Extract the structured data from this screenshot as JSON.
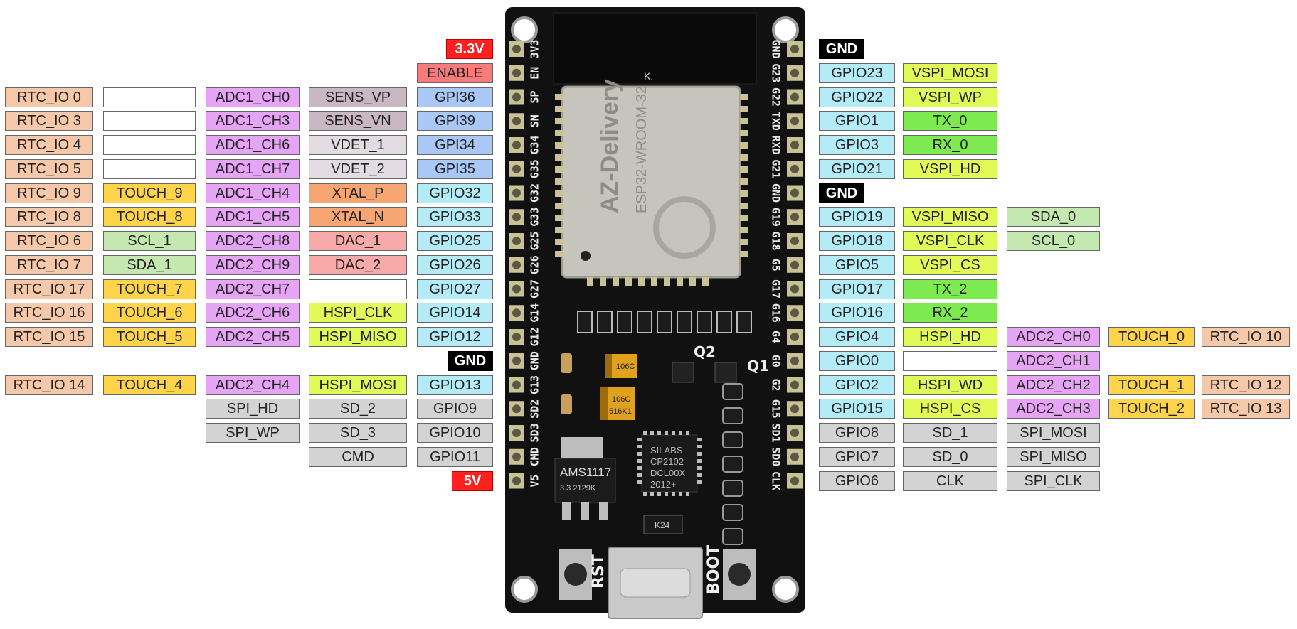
{
  "colors": {
    "rtc": "#f4c8a8",
    "touch": "#ffd34a",
    "adc": "#e6a4f5",
    "sens": "#c9b8c3",
    "vdet": "#e3dbe2",
    "xtal": "#f7a673",
    "dac": "#f7aaa8",
    "i2c": "#c5e8b0",
    "hspi": "#e2fa58",
    "vspi": "#e2fa58",
    "uart": "#7dea50",
    "gpio": "#b3ecf7",
    "gpi": "#a9c8f5",
    "flash": "#d3d3d3",
    "power": "#ff2020",
    "enable": "#f77b7b",
    "ground": "#000000",
    "board": "#111111",
    "pin_gold": "#c9c295",
    "module_shield": "#c7c4bb"
  },
  "left_rows": [
    {
      "cells": [
        null,
        null,
        null,
        null,
        {
          "text": "3.3V",
          "color": "power"
        }
      ]
    },
    {
      "cells": [
        null,
        null,
        null,
        null,
        {
          "text": "ENABLE",
          "color": "enable"
        }
      ]
    },
    {
      "cells": [
        {
          "text": "RTC_IO 0",
          "color": "rtc"
        },
        {
          "text": "",
          "color": "blank"
        },
        {
          "text": "ADC1_CH0",
          "color": "adc"
        },
        {
          "text": "SENS_VP",
          "color": "sens"
        },
        {
          "text": "GPI36",
          "color": "gpi"
        }
      ]
    },
    {
      "cells": [
        {
          "text": "RTC_IO 3",
          "color": "rtc"
        },
        {
          "text": "",
          "color": "blank"
        },
        {
          "text": "ADC1_CH3",
          "color": "adc"
        },
        {
          "text": "SENS_VN",
          "color": "sens"
        },
        {
          "text": "GPI39",
          "color": "gpi"
        }
      ]
    },
    {
      "cells": [
        {
          "text": "RTC_IO 4",
          "color": "rtc"
        },
        {
          "text": "",
          "color": "blank"
        },
        {
          "text": "ADC1_CH6",
          "color": "adc"
        },
        {
          "text": "VDET_1",
          "color": "vdet"
        },
        {
          "text": "GPI34",
          "color": "gpi"
        }
      ]
    },
    {
      "cells": [
        {
          "text": "RTC_IO 5",
          "color": "rtc"
        },
        {
          "text": "",
          "color": "blank"
        },
        {
          "text": "ADC1_CH7",
          "color": "adc"
        },
        {
          "text": "VDET_2",
          "color": "vdet"
        },
        {
          "text": "GPI35",
          "color": "gpi"
        }
      ]
    },
    {
      "cells": [
        {
          "text": "RTC_IO 9",
          "color": "rtc"
        },
        {
          "text": "TOUCH_9",
          "color": "touch"
        },
        {
          "text": "ADC1_CH4",
          "color": "adc"
        },
        {
          "text": "XTAL_P",
          "color": "xtal"
        },
        {
          "text": "GPIO32",
          "color": "gpio"
        }
      ]
    },
    {
      "cells": [
        {
          "text": "RTC_IO 8",
          "color": "rtc"
        },
        {
          "text": "TOUCH_8",
          "color": "touch"
        },
        {
          "text": "ADC1_CH5",
          "color": "adc"
        },
        {
          "text": "XTAL_N",
          "color": "xtal"
        },
        {
          "text": "GPIO33",
          "color": "gpio"
        }
      ]
    },
    {
      "cells": [
        {
          "text": "RTC_IO 6",
          "color": "rtc"
        },
        {
          "text": "SCL_1",
          "color": "i2c"
        },
        {
          "text": "ADC2_CH8",
          "color": "adc"
        },
        {
          "text": "DAC_1",
          "color": "dac"
        },
        {
          "text": "GPIO25",
          "color": "gpio"
        }
      ]
    },
    {
      "cells": [
        {
          "text": "RTC_IO 7",
          "color": "rtc"
        },
        {
          "text": "SDA_1",
          "color": "i2c"
        },
        {
          "text": "ADC2_CH9",
          "color": "adc"
        },
        {
          "text": "DAC_2",
          "color": "dac"
        },
        {
          "text": "GPIO26",
          "color": "gpio"
        }
      ]
    },
    {
      "cells": [
        {
          "text": "RTC_IO 17",
          "color": "rtc"
        },
        {
          "text": "TOUCH_7",
          "color": "touch"
        },
        {
          "text": "ADC2_CH7",
          "color": "adc"
        },
        {
          "text": "",
          "color": "blank"
        },
        {
          "text": "GPIO27",
          "color": "gpio"
        }
      ]
    },
    {
      "cells": [
        {
          "text": "RTC_IO 16",
          "color": "rtc"
        },
        {
          "text": "TOUCH_6",
          "color": "touch"
        },
        {
          "text": "ADC2_CH6",
          "color": "adc"
        },
        {
          "text": "HSPI_CLK",
          "color": "hspi"
        },
        {
          "text": "GPIO14",
          "color": "gpio"
        }
      ]
    },
    {
      "cells": [
        {
          "text": "RTC_IO 15",
          "color": "rtc"
        },
        {
          "text": "TOUCH_5",
          "color": "touch"
        },
        {
          "text": "ADC2_CH5",
          "color": "adc"
        },
        {
          "text": "HSPI_MISO",
          "color": "hspi"
        },
        {
          "text": "GPIO12",
          "color": "gpio"
        }
      ]
    },
    {
      "cells": [
        null,
        null,
        null,
        null,
        {
          "text": "GND",
          "color": "ground"
        }
      ]
    },
    {
      "cells": [
        {
          "text": "RTC_IO 14",
          "color": "rtc"
        },
        {
          "text": "TOUCH_4",
          "color": "touch"
        },
        {
          "text": "ADC2_CH4",
          "color": "adc"
        },
        {
          "text": "HSPI_MOSI",
          "color": "hspi"
        },
        {
          "text": "GPIO13",
          "color": "gpio"
        }
      ]
    },
    {
      "cells": [
        null,
        null,
        {
          "text": "SPI_HD",
          "color": "flash"
        },
        {
          "text": "SD_2",
          "color": "flash"
        },
        {
          "text": "GPIO9",
          "color": "flash"
        }
      ]
    },
    {
      "cells": [
        null,
        null,
        {
          "text": "SPI_WP",
          "color": "flash"
        },
        {
          "text": "SD_3",
          "color": "flash"
        },
        {
          "text": "GPIO10",
          "color": "flash"
        }
      ]
    },
    {
      "cells": [
        null,
        null,
        null,
        {
          "text": "CMD",
          "color": "flash"
        },
        {
          "text": "GPIO11",
          "color": "flash"
        }
      ]
    },
    {
      "cells": [
        null,
        null,
        null,
        null,
        {
          "text": "5V",
          "color": "power"
        }
      ]
    }
  ],
  "right_rows": [
    {
      "cells": [
        {
          "text": "GND",
          "color": "ground"
        },
        null,
        null,
        null,
        null
      ]
    },
    {
      "cells": [
        {
          "text": "GPIO23",
          "color": "gpio"
        },
        {
          "text": "VSPI_MOSI",
          "color": "vspi"
        },
        null,
        null,
        null
      ]
    },
    {
      "cells": [
        {
          "text": "GPIO22",
          "color": "gpio"
        },
        {
          "text": "VSPI_WP",
          "color": "vspi"
        },
        null,
        null,
        null
      ]
    },
    {
      "cells": [
        {
          "text": "GPIO1",
          "color": "gpio"
        },
        {
          "text": "TX_0",
          "color": "uart"
        },
        null,
        null,
        null
      ]
    },
    {
      "cells": [
        {
          "text": "GPIO3",
          "color": "gpio"
        },
        {
          "text": "RX_0",
          "color": "uart"
        },
        null,
        null,
        null
      ]
    },
    {
      "cells": [
        {
          "text": "GPIO21",
          "color": "gpio"
        },
        {
          "text": "VSPI_HD",
          "color": "vspi"
        },
        null,
        null,
        null
      ]
    },
    {
      "cells": [
        {
          "text": "GND",
          "color": "ground"
        },
        null,
        null,
        null,
        null
      ]
    },
    {
      "cells": [
        {
          "text": "GPIO19",
          "color": "gpio"
        },
        {
          "text": "VSPI_MISO",
          "color": "vspi"
        },
        {
          "text": "SDA_0",
          "color": "i2c"
        },
        null,
        null
      ]
    },
    {
      "cells": [
        {
          "text": "GPIO18",
          "color": "gpio"
        },
        {
          "text": "VSPI_CLK",
          "color": "vspi"
        },
        {
          "text": "SCL_0",
          "color": "i2c"
        },
        null,
        null
      ]
    },
    {
      "cells": [
        {
          "text": "GPIO5",
          "color": "gpio"
        },
        {
          "text": "VSPI_CS",
          "color": "vspi"
        },
        null,
        null,
        null
      ]
    },
    {
      "cells": [
        {
          "text": "GPIO17",
          "color": "gpio"
        },
        {
          "text": "TX_2",
          "color": "uart"
        },
        null,
        null,
        null
      ]
    },
    {
      "cells": [
        {
          "text": "GPIO16",
          "color": "gpio"
        },
        {
          "text": "RX_2",
          "color": "uart"
        },
        null,
        null,
        null
      ]
    },
    {
      "cells": [
        {
          "text": "GPIO4",
          "color": "gpio"
        },
        {
          "text": "HSPI_HD",
          "color": "hspi"
        },
        {
          "text": "ADC2_CH0",
          "color": "adc"
        },
        {
          "text": "TOUCH_0",
          "color": "touch"
        },
        {
          "text": "RTC_IO 10",
          "color": "rtc"
        }
      ]
    },
    {
      "cells": [
        {
          "text": "GPIO0",
          "color": "gpio"
        },
        {
          "text": "",
          "color": "blank"
        },
        {
          "text": "ADC2_CH1",
          "color": "adc"
        },
        null,
        null
      ]
    },
    {
      "cells": [
        {
          "text": "GPIO2",
          "color": "gpio"
        },
        {
          "text": "HSPI_WD",
          "color": "hspi"
        },
        {
          "text": "ADC2_CH2",
          "color": "adc"
        },
        {
          "text": "TOUCH_1",
          "color": "touch"
        },
        {
          "text": "RTC_IO 12",
          "color": "rtc"
        }
      ]
    },
    {
      "cells": [
        {
          "text": "GPIO15",
          "color": "gpio"
        },
        {
          "text": "HSPI_CS",
          "color": "hspi"
        },
        {
          "text": "ADC2_CH3",
          "color": "adc"
        },
        {
          "text": "TOUCH_2",
          "color": "touch"
        },
        {
          "text": "RTC_IO 13",
          "color": "rtc"
        }
      ]
    },
    {
      "cells": [
        {
          "text": "GPIO8",
          "color": "flash"
        },
        {
          "text": "SD_1",
          "color": "flash"
        },
        {
          "text": "SPI_MOSI",
          "color": "flash"
        },
        null,
        null
      ]
    },
    {
      "cells": [
        {
          "text": "GPIO7",
          "color": "flash"
        },
        {
          "text": "SD_0",
          "color": "flash"
        },
        {
          "text": "SPI_MISO",
          "color": "flash"
        },
        null,
        null
      ]
    },
    {
      "cells": [
        {
          "text": "GPIO6",
          "color": "flash"
        },
        {
          "text": "CLK",
          "color": "flash"
        },
        {
          "text": "SPI_CLK",
          "color": "flash"
        },
        null,
        null
      ]
    }
  ],
  "board": {
    "left_silk": [
      "3V3",
      "EN",
      "SP",
      "SN",
      "G34",
      "G35",
      "G32",
      "G33",
      "G25",
      "G26",
      "G27",
      "G14",
      "G12",
      "GND",
      "G13",
      "SD2",
      "SD3",
      "CMD",
      "V5"
    ],
    "right_silk": [
      "GND",
      "G23",
      "G22",
      "TXD",
      "RXD",
      "G21",
      "GND",
      "G19",
      "G18",
      "G5",
      "G17",
      "G16",
      "G4",
      "G0",
      "G2",
      "G15",
      "SD1",
      "SD0",
      "CLK"
    ],
    "module_brand": "AZ-Delivery",
    "module_model": "ESP32-WROOM-32",
    "regulator_text": "AMS1117",
    "regulator_sub": "3.3   2129K",
    "usb_chip_text": "SILABS",
    "usb_chip_sub1": "CP2102",
    "usb_chip_sub2": "DCL00X",
    "usb_chip_sub3": "2012+",
    "cap1_text": "106C",
    "cap2_text": "106C",
    "cap2_sub": "516K1",
    "q2_label": "Q2",
    "q1_label": "Q1",
    "rst_label": "RST",
    "boot_label": "BOOT",
    "k_label": "K.",
    "k24_label": "K24"
  }
}
